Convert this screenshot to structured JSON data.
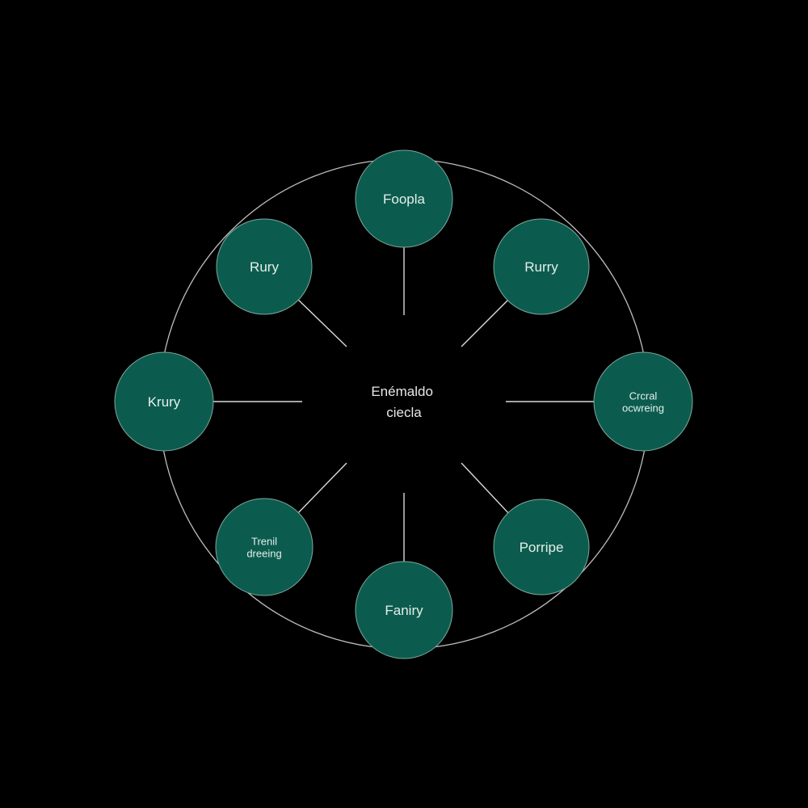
{
  "colors": {
    "background": "#000000",
    "node_fill": "#0b5c4e",
    "node_stroke": "#7fa89d",
    "ring_stroke": "#bdbdbd",
    "spoke_stroke": "#d9d9d9",
    "text": "#e6eeea"
  },
  "center": {
    "lines": [
      "Enémaldo",
      "ciecla"
    ]
  },
  "nodes": [
    {
      "id": "top",
      "lines": [
        "Foopla"
      ]
    },
    {
      "id": "top-right",
      "lines": [
        "Rurry"
      ]
    },
    {
      "id": "right",
      "lines": [
        "Crcral",
        "ocwreing"
      ]
    },
    {
      "id": "bottom-right",
      "lines": [
        "Porripe"
      ]
    },
    {
      "id": "bottom",
      "lines": [
        "Faniry"
      ]
    },
    {
      "id": "bottom-left",
      "lines": [
        "Trenil",
        "dreeing"
      ]
    },
    {
      "id": "left",
      "lines": [
        "Krury"
      ]
    },
    {
      "id": "top-left",
      "lines": [
        "Rury"
      ]
    }
  ]
}
